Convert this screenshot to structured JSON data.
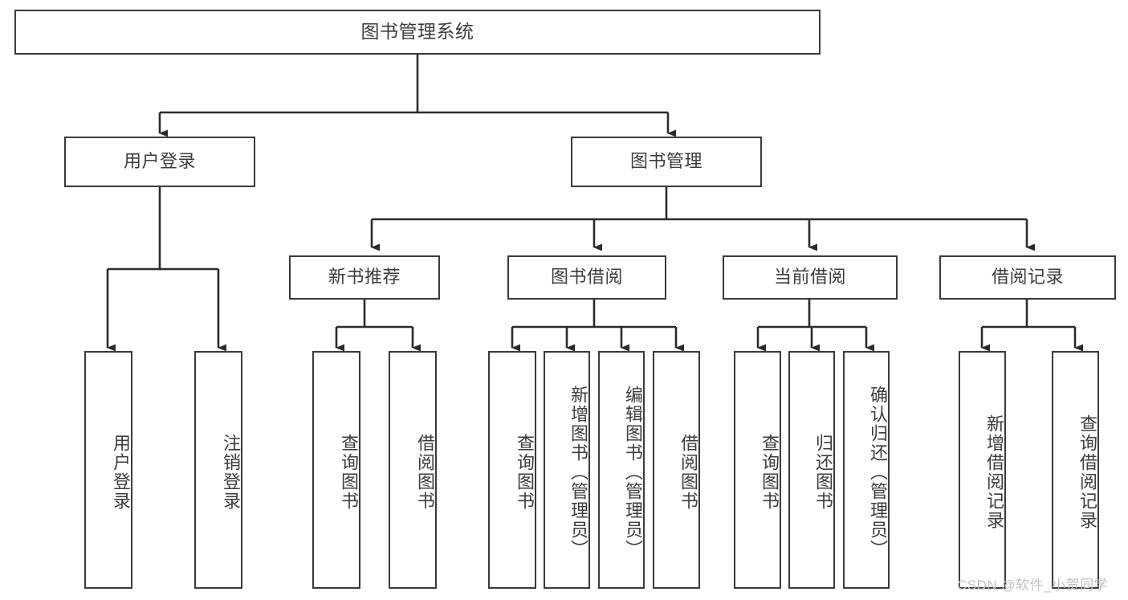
{
  "diagram": {
    "type": "tree-hierarchy-diagram",
    "title": "图书管理系统",
    "colors": {
      "box_border": "#3a3a3a",
      "box_fill": "#ffffff",
      "text": "#3c3c3c",
      "connector": "#2b2b2b",
      "watermark": "#c2c2c2",
      "background": "#ffffff"
    },
    "levels": {
      "level1": [
        {
          "id": "root",
          "label": "图书管理系统",
          "orientation": "horizontal"
        }
      ],
      "level2": [
        {
          "id": "user-login",
          "label": "用户登录",
          "orientation": "horizontal"
        },
        {
          "id": "book-manage",
          "label": "图书管理",
          "orientation": "horizontal"
        }
      ],
      "level3": [
        {
          "id": "new-book-recommend",
          "label": "新书推荐",
          "orientation": "horizontal",
          "parent": "book-manage"
        },
        {
          "id": "book-borrow",
          "label": "图书借阅",
          "orientation": "horizontal",
          "parent": "book-manage"
        },
        {
          "id": "current-borrow",
          "label": "当前借阅",
          "orientation": "horizontal",
          "parent": "book-manage"
        },
        {
          "id": "borrow-record",
          "label": "借阅记录",
          "orientation": "horizontal",
          "parent": "book-manage"
        }
      ],
      "leaves": [
        {
          "id": "leaf-user-login",
          "label": "用户登录",
          "orientation": "vertical",
          "parent": "user-login"
        },
        {
          "id": "leaf-logout-login",
          "label": "注销登录",
          "orientation": "vertical",
          "parent": "user-login"
        },
        {
          "id": "leaf-query-book-1",
          "label": "查询图书",
          "orientation": "vertical",
          "parent": "new-book-recommend"
        },
        {
          "id": "leaf-borrow-book-1",
          "label": "借阅图书",
          "orientation": "vertical",
          "parent": "new-book-recommend"
        },
        {
          "id": "leaf-query-book-2",
          "label": "查询图书",
          "orientation": "vertical",
          "parent": "book-borrow"
        },
        {
          "id": "leaf-add-book",
          "label": "新增图书（管理员）",
          "orientation": "vertical",
          "parent": "book-borrow"
        },
        {
          "id": "leaf-edit-book",
          "label": "编辑图书（管理员）",
          "orientation": "vertical",
          "parent": "book-borrow"
        },
        {
          "id": "leaf-borrow-book-2",
          "label": "借阅图书",
          "orientation": "vertical",
          "parent": "book-borrow"
        },
        {
          "id": "leaf-query-book-3",
          "label": "查询图书",
          "orientation": "vertical",
          "parent": "current-borrow"
        },
        {
          "id": "leaf-return-book",
          "label": "归还图书",
          "orientation": "vertical",
          "parent": "current-borrow"
        },
        {
          "id": "leaf-confirm-return",
          "label": "确认归还（管理员）",
          "orientation": "vertical",
          "parent": "current-borrow"
        },
        {
          "id": "leaf-add-borrow-record",
          "label": "新增借阅记录",
          "orientation": "vertical",
          "parent": "borrow-record"
        },
        {
          "id": "leaf-query-borrow-record",
          "label": "查询借阅记录",
          "orientation": "vertical",
          "parent": "borrow-record"
        }
      ]
    },
    "watermark": "CSDN @软件_小贺同学"
  }
}
